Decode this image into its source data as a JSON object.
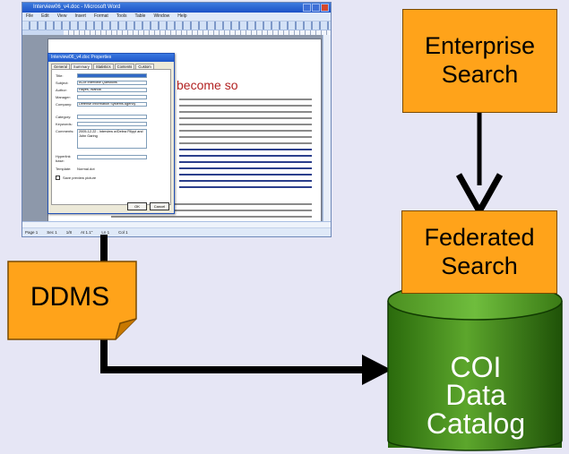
{
  "word_window": {
    "title": "Interview06_v4.doc - Microsoft Word",
    "menu": [
      "File",
      "Edit",
      "View",
      "Insert",
      "Format",
      "Tools",
      "Table",
      "Window",
      "Help"
    ],
    "document_heading": "become so",
    "status": [
      "Page 1",
      "Sec 1",
      "1/8",
      "At 1.1\"",
      "Ln 1",
      "Col 1"
    ]
  },
  "properties_dialog": {
    "title": "Interview06_v4.doc Properties",
    "tabs": [
      "General",
      "Summary",
      "Statistics",
      "Contents",
      "Custom"
    ],
    "fields": {
      "title_label": "Title:",
      "subject_label": "Subject:",
      "subject_value": "ACM Interview Questions",
      "author_label": "Author:",
      "author_value": "Hayes, Wanda",
      "manager_label": "Manager:",
      "company_label": "Company:",
      "company_value": "Defense Information Systems Agency",
      "category_label": "Category:",
      "keywords_label": "Keywords:",
      "comments_label": "Comments:",
      "comments_value": "2005-12-22 - Interview w/Debra Filippi and John Garing",
      "hyperlink_label": "Hyperlink base:",
      "template_label": "Template:",
      "template_value": "Normal.dot",
      "preview_label": "Save preview picture"
    },
    "ok_label": "OK",
    "cancel_label": "Cancel"
  },
  "diagram": {
    "enterprise_line1": "Enterprise",
    "enterprise_line2": "Search",
    "federated_line1": "Federated",
    "federated_line2": "Search",
    "ddms": "DDMS",
    "coi_line1": "COI",
    "coi_line2": "Data",
    "coi_line3": "Catalog",
    "colors": {
      "background": "#e6e6f5",
      "box_fill": "#ffa31a",
      "cylinder_fill": "#3f8a17",
      "arrow": "#000000"
    }
  }
}
